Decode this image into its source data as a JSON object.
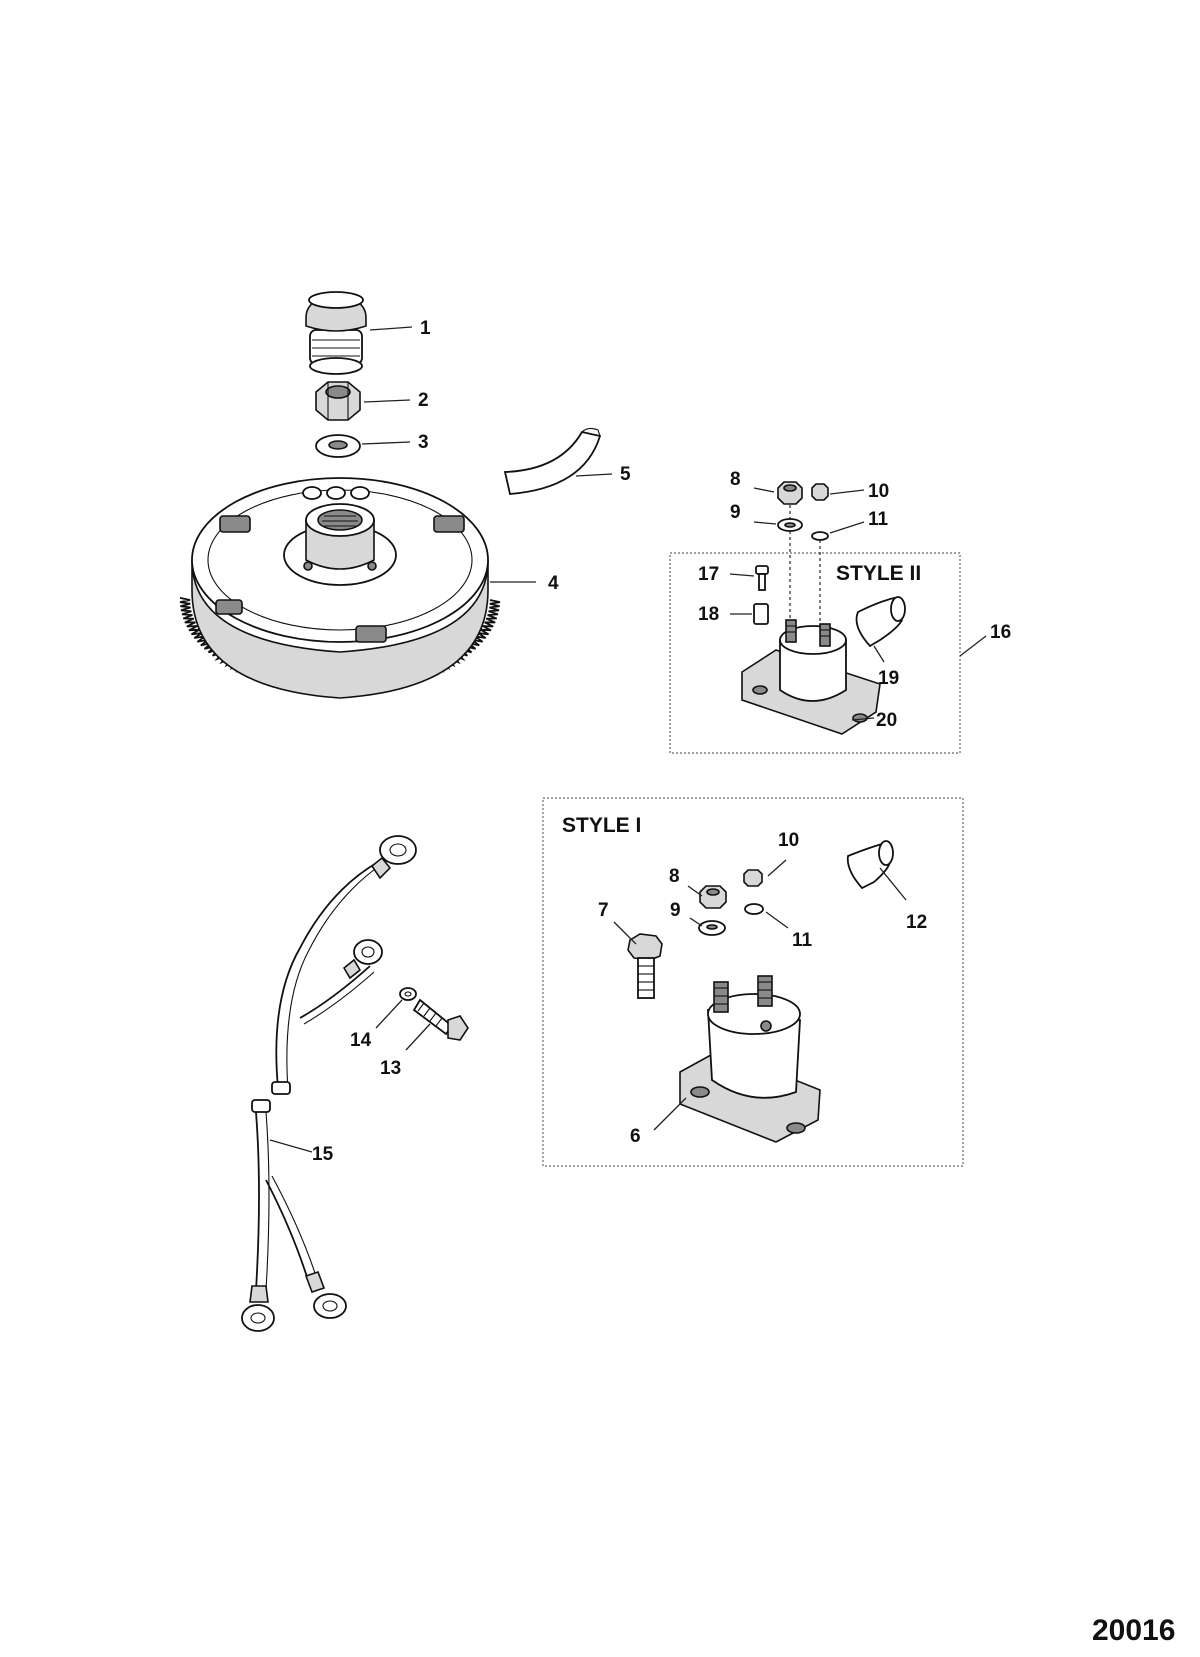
{
  "figure_number": "20016",
  "callouts": [
    {
      "id": "c1",
      "text": "1"
    },
    {
      "id": "c2",
      "text": "2"
    },
    {
      "id": "c3",
      "text": "3"
    },
    {
      "id": "c4",
      "text": "4"
    },
    {
      "id": "c5",
      "text": "5"
    },
    {
      "id": "c6",
      "text": "6"
    },
    {
      "id": "c7",
      "text": "7"
    },
    {
      "id": "c8a",
      "text": "8"
    },
    {
      "id": "c8b",
      "text": "8"
    },
    {
      "id": "c9a",
      "text": "9"
    },
    {
      "id": "c9b",
      "text": "9"
    },
    {
      "id": "c10a",
      "text": "10"
    },
    {
      "id": "c10b",
      "text": "10"
    },
    {
      "id": "c11a",
      "text": "11"
    },
    {
      "id": "c11b",
      "text": "11"
    },
    {
      "id": "c12",
      "text": "12"
    },
    {
      "id": "c13",
      "text": "13"
    },
    {
      "id": "c14",
      "text": "14"
    },
    {
      "id": "c15",
      "text": "15"
    },
    {
      "id": "c16",
      "text": "16"
    },
    {
      "id": "c17",
      "text": "17"
    },
    {
      "id": "c18",
      "text": "18"
    },
    {
      "id": "c19",
      "text": "19"
    },
    {
      "id": "c20",
      "text": "20"
    }
  ],
  "boxes": {
    "style_2_title": "STYLE II",
    "style_1_title": "STYLE I"
  }
}
